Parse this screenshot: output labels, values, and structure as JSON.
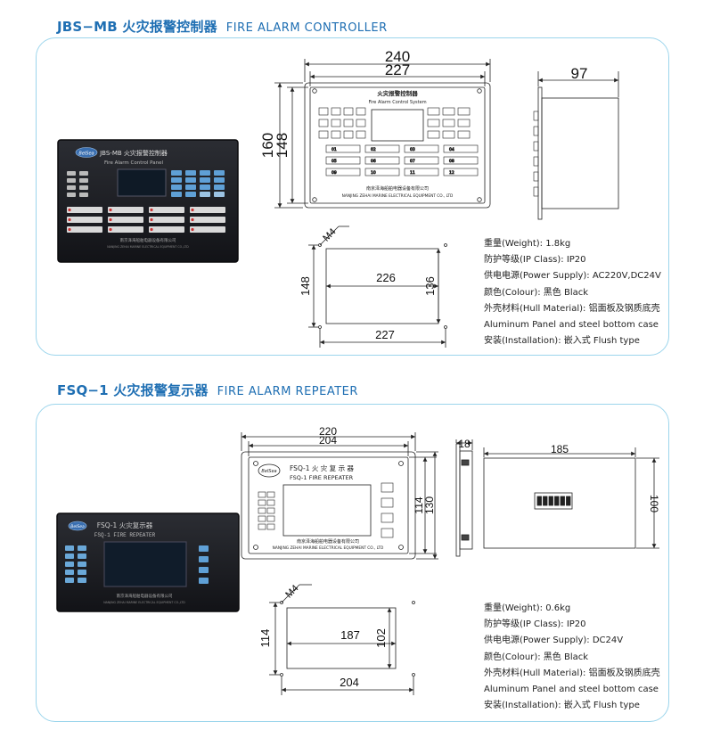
{
  "section1": {
    "title_cn": "JBS−MB 火灾报警控制器",
    "title_en": "FIRE ALARM CONTROLLER",
    "photo": {
      "panel_title": "JBS-MB 火灾报警控制器",
      "panel_subtitle": "Fire Alarm Control Panel",
      "company": "南京泽海船舶电器设备有限公司",
      "company_en": "NANJING ZEHAI MARINE ELECTRICAL EQUIPMENT CO.,LTD",
      "logo": "BelSea"
    },
    "front_drawing": {
      "dim_outer_width": "240",
      "dim_inner_width": "227",
      "dim_outer_height": "160",
      "dim_inner_height": "148",
      "title_cn": "火灾报警控制器",
      "title_en": "Fire Alarm Control System",
      "company_cn": "南京泽海船舶电器设备有限公司",
      "company_en": "NANJING ZEHAI MARINE ELECTRICAL EQUIPMENT CO., LTD",
      "zones": [
        "01",
        "02",
        "03",
        "04",
        "05",
        "06",
        "07",
        "08",
        "09",
        "10",
        "11",
        "12"
      ]
    },
    "side_drawing": {
      "dim_depth": "97"
    },
    "cutout_drawing": {
      "dim_screw": "M4",
      "dim_width": "226",
      "dim_height": "136",
      "dim_outer_height": "148",
      "dim_outer_width": "227"
    },
    "specs": [
      "重量(Weight): 1.8kg",
      "防护等级(IP Class): IP20",
      "供电电源(Power Supply): AC220V,DC24V",
      "颜色(Colour): 黑色 Black",
      "外壳材料(Hull Material): 铝面板及钢质底壳",
      "Aluminum Panel and steel bottom case",
      "安装(Installation): 嵌入式 Flush type"
    ]
  },
  "section2": {
    "title_cn": "FSQ−1 火灾报警复示器",
    "title_en": "FIRE ALARM REPEATER",
    "photo": {
      "panel_title": "FSQ-1 火灾复示器",
      "panel_subtitle": "FSQ-1 FIRE REPEATER",
      "company": "南京泽海船舶电器设备有限公司",
      "company_en": "NANJING ZEHAI MARINE ELECTRICAL EQUIPMENT CO.,LTD",
      "logo": "BelSea"
    },
    "front_drawing": {
      "dim_outer_width": "220",
      "dim_inner_width": "204",
      "dim_inner_height": "114",
      "dim_outer_height": "130",
      "title_cn": "FSQ-1 火 灾 复 示 器",
      "title_en": "FSQ-1 FIRE REPEATER",
      "company_cn": "南京泽海船舶电器设备有限公司",
      "company_en": "NANJING ZEHAI MARINE ELECTRICAL EQUIPMENT CO., LTD",
      "logo": "BelSea"
    },
    "side_drawing": {
      "dim_depth": "18"
    },
    "rear_drawing": {
      "dim_width": "185",
      "dim_height": "100"
    },
    "cutout_drawing": {
      "dim_screw": "M4",
      "dim_width": "187",
      "dim_height": "102",
      "dim_outer_height": "114",
      "dim_outer_width": "204"
    },
    "specs": [
      "重量(Weight): 0.6kg",
      "防护等级(IP Class): IP20",
      "供电电源(Power Supply): DC24V",
      "颜色(Colour): 黑色 Black",
      "外壳材料(Hull Material): 铝面板及钢质底壳",
      "Aluminum Panel and steel bottom case",
      "安装(Installation): 嵌入式 Flush type"
    ]
  }
}
